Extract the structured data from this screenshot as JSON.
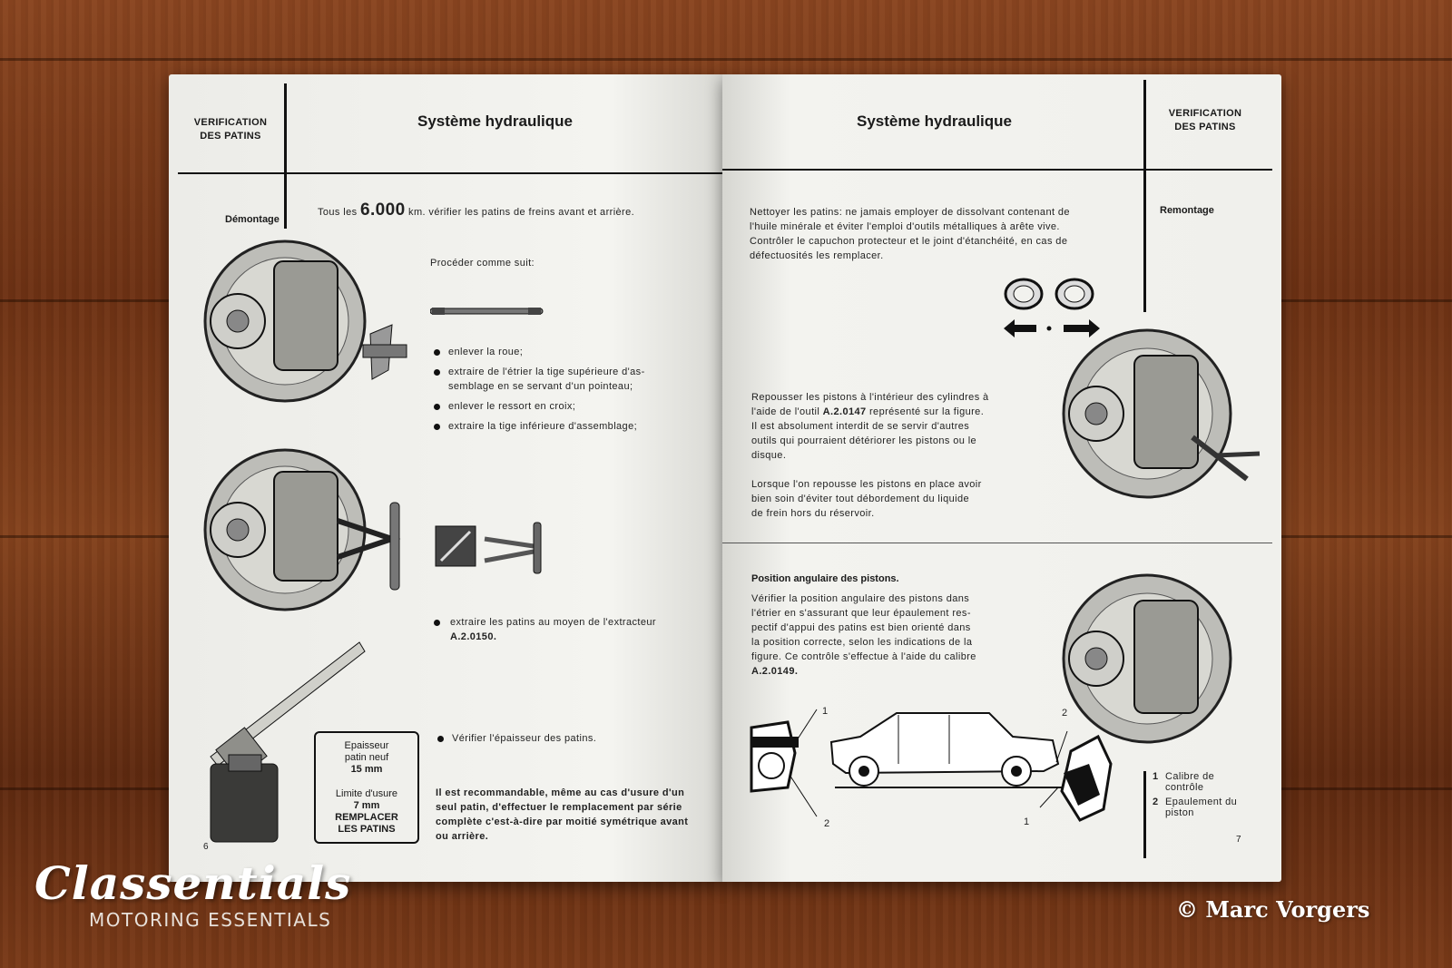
{
  "left_page": {
    "section_label": "VERIFICATION\nDES PATINS",
    "title": "Système hydraulique",
    "sub_label": "Démontage",
    "intro_pre": "Tous les",
    "intro_num": "6.000",
    "intro_post": "km. vérifier les patins de freins avant et arrière.",
    "procedure": "Procéder comme suit:",
    "steps": [
      "enlever la roue;",
      "extraire de l'étrier la tige supérieure d'as-",
      "semblage en se servant d'un pointeau;",
      "enlever le ressort en croix;",
      "extraire la tige inférieure d'assemblage;"
    ],
    "extract_line1": "extraire les patins au moyen de l'extracteur",
    "extract_tool": "A.2.0150.",
    "verify": "Vérifier l'épaisseur des patins.",
    "box_line1": "Epaisseur",
    "box_line2": "patin neuf",
    "box_line3": "15 mm",
    "box_line4": "Limite d'usure",
    "box_line5": "7 mm",
    "box_line6": "REMPLACER",
    "box_line7": "LES PATINS",
    "recommend": [
      "Il est recommandable, même au cas d'usure d'un",
      "seul patin, d'effectuer le remplacement par série",
      "complète c'est-à-dire par moitié symétrique avant",
      "ou arrière."
    ],
    "page_number": "6"
  },
  "right_page": {
    "section_label": "VERIFICATION\nDES PATINS",
    "title": "Système hydraulique",
    "sub_label": "Remontage",
    "clean": [
      "Nettoyer les patins: ne jamais employer de dissolvant contenant de",
      "l'huile minérale et éviter l'emploi d'outils métalliques à arête vive.",
      "Contrôler le capuchon protecteur et le joint d'étanchéité, en cas de",
      "défectuosités les remplacer."
    ],
    "push_l1": "Repousser les pistons à l'intérieur des cylindres à",
    "push_l2a": "l'aide de l'outil ",
    "push_tool": "A.2.0147",
    "push_l2b": " représenté sur la figure.",
    "push_rest": [
      "Il est absolument interdit de se servir d'autres",
      "outils qui pourraient détériorer les pistons ou le",
      "disque."
    ],
    "when": [
      "Lorsque l'on repousse les pistons en place avoir",
      "bien soin d'éviter tout débordement du liquide",
      "de frein hors du réservoir."
    ],
    "position_title": "Position angulaire des pistons.",
    "position": [
      "Vérifier la position angulaire des pistons dans",
      "l'étrier en s'assurant que leur épaulement res-",
      "pectif d'appui des patins est bien orienté dans",
      "la position correcte, selon les indications de la",
      "figure. Ce contrôle s'effectue à l'aide du calibre"
    ],
    "position_tool": "A.2.0149.",
    "legend_1_num": "1",
    "legend_1_a": "Calibre de",
    "legend_1_b": "contrôle",
    "legend_2_num": "2",
    "legend_2_a": "Epaulement du",
    "legend_2_b": "piston",
    "fig_label_1": "1",
    "fig_label_2": "2",
    "page_number": "7"
  },
  "watermark": {
    "brand": "Classentials",
    "tagline": "MOTORING ESSENTIALS",
    "copyright": "© Marc Vorgers"
  }
}
